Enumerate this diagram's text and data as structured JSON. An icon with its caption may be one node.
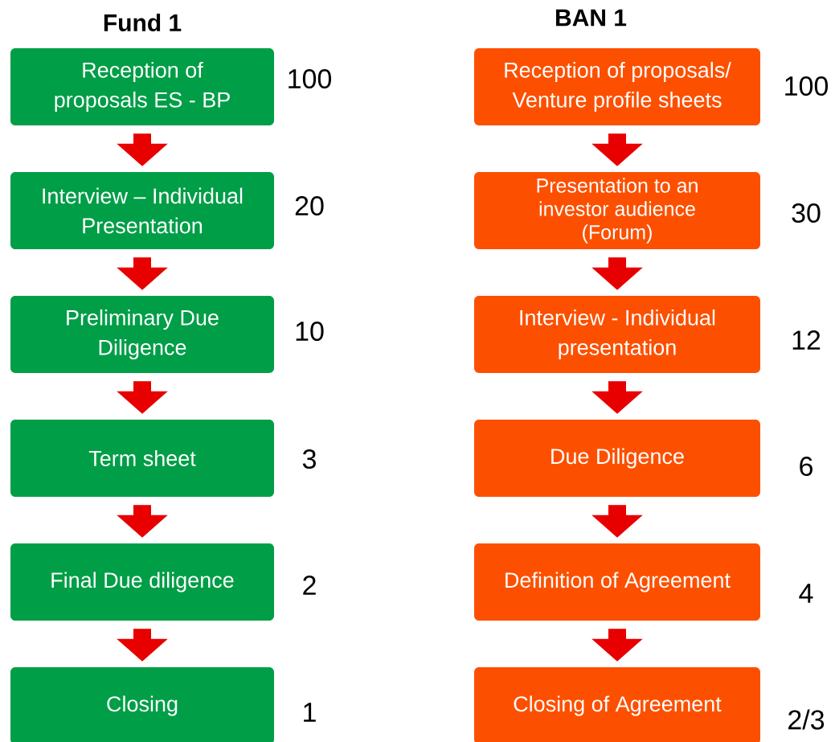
{
  "diagram": {
    "nodes": [
      {
        "text": [
          "Reception of proposals  ES - BP"
        ],
        "beside": [
          "100"
        ]
      },
      {
        "text": [
          "Interview  – Individual Presentation"
        ],
        "beside": [
          "20"
        ]
      },
      {
        "text": [
          "Preliminary Due Diligence"
        ],
        "beside": [
          "10"
        ]
      },
      {
        "text": [
          "Term sheet"
        ],
        "beside": [
          "3"
        ]
      },
      {
        "text": [
          "Final Due diligence"
        ],
        "beside": [
          "2"
        ]
      },
      {
        "text": [
          "Closing"
        ],
        "beside": [
          "1"
        ]
      },
      {
        "text": [
          "Reception of proposals/ Venture profile sheets"
        ],
        "beside": [
          "100"
        ]
      },
      {
        "text": [
          "Presentation to an investor audience (Forum)"
        ],
        "beside": [
          "30"
        ]
      },
      {
        "text": [
          "Interview - Individual presentation"
        ],
        "beside": [
          "12"
        ]
      },
      {
        "text": [
          "Due Diligence"
        ],
        "beside": [
          "6"
        ]
      },
      {
        "text": [
          "Definition of Agreement"
        ],
        "beside": [
          "4"
        ]
      },
      {
        "text": [
          "Closing of Agreement"
        ],
        "beside": [
          "2/3"
        ]
      }
    ],
    "edges": [
      {
        "from": 0,
        "to": 1,
        "arrow": "to"
      },
      {
        "from": 1,
        "to": 2,
        "arrow": "to"
      },
      {
        "from": 2,
        "to": 3,
        "arrow": "to"
      },
      {
        "from": 3,
        "to": 4,
        "arrow": "to"
      },
      {
        "from": 4,
        "to": 5,
        "arrow": "to"
      },
      {
        "from": 6,
        "to": 7,
        "arrow": "to"
      },
      {
        "from": 7,
        "to": 8,
        "arrow": "to"
      },
      {
        "from": 8,
        "to": 9,
        "arrow": "to"
      },
      {
        "from": 9,
        "to": 10,
        "arrow": "to"
      },
      {
        "from": 10,
        "to": 11,
        "arrow": "to"
      }
    ],
    "labels": [
      "Fund 1",
      "BAN 1"
    ]
  }
}
